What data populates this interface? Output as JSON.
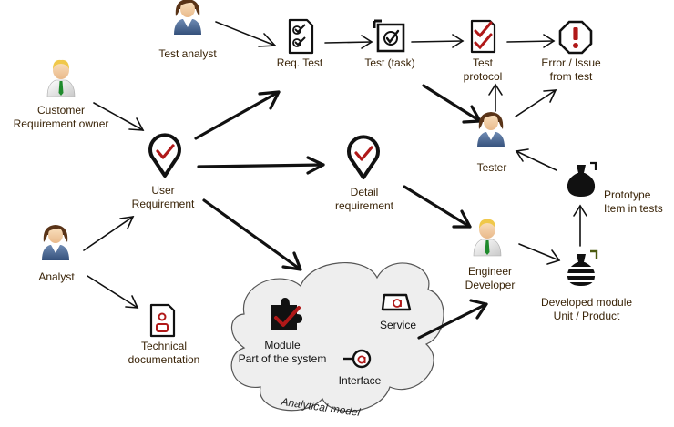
{
  "nodes": {
    "test_analyst": "Test analyst",
    "req_test": "Req. Test",
    "test_task": "Test (task)",
    "test_protocol": "Test\nprotocol",
    "error_issue": "Error / Issue\nfrom test",
    "customer_req_owner": "Customer\nRequirement owner",
    "user_requirement": "User\nRequirement",
    "detail_requirement": "Detail\nrequirement",
    "tester": "Tester",
    "prototype": "Prototype\nItem in tests",
    "analyst": "Analyst",
    "engineer_developer": "Engineer\nDeveloper",
    "developed_module": "Developed module\nUnit / Product",
    "technical_documentation": "Technical\ndocumentation",
    "module": "Module\nPart of the system",
    "service": "Service",
    "interface": "Interface",
    "analytical_model": "Analytical model"
  },
  "colors": {
    "text": "#3a2408",
    "check_red": "#b01818",
    "icon_black": "#111111",
    "cloud_fill": "#eeeeee",
    "cloud_stroke": "#555555"
  },
  "icons": {
    "test_analyst": "person-woman-icon",
    "req_test": "checklist-document-icon",
    "test_task": "checked-task-icon",
    "test_protocol": "protocol-document-icon",
    "error_issue": "stop-error-icon",
    "customer_req_owner": "person-man-icon",
    "user_requirement": "requirement-pin-icon",
    "detail_requirement": "requirement-pin-icon",
    "tester": "person-woman-icon",
    "prototype": "bag-icon",
    "analyst": "person-woman-icon",
    "engineer_developer": "person-man-icon",
    "developed_module": "striped-bag-icon",
    "technical_documentation": "document-icon",
    "module": "puzzle-check-icon",
    "service": "service-icon",
    "interface": "interface-icon"
  }
}
